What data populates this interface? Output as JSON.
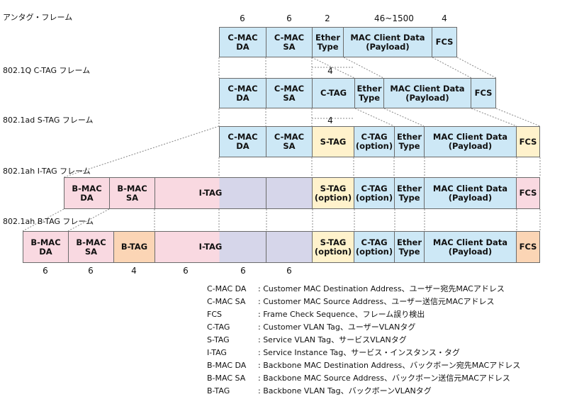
{
  "frames": [
    {
      "label": "アンタグ・フレーム",
      "cells": [
        {
          "text": "C-MAC\nDA",
          "color": "blue"
        },
        {
          "text": "C-MAC\nSA",
          "color": "blue"
        },
        {
          "text": "Ether\nType",
          "color": "blue"
        },
        {
          "text": "MAC Client Data\n(Payload)",
          "color": "blue"
        },
        {
          "text": "FCS",
          "color": "blue"
        }
      ],
      "sizes": [
        "6",
        "6",
        "2",
        "46~1500",
        "4"
      ]
    },
    {
      "label": "802.1Q C-TAG フレーム",
      "cells": [
        {
          "text": "C-MAC\nDA",
          "color": "blue"
        },
        {
          "text": "C-MAC\nSA",
          "color": "blue"
        },
        {
          "text": "C-TAG",
          "color": "blue"
        },
        {
          "text": "Ether\nType",
          "color": "blue"
        },
        {
          "text": "MAC Client Data\n(Payload)",
          "color": "blue"
        },
        {
          "text": "FCS",
          "color": "blue"
        }
      ],
      "sizes": [
        "4"
      ]
    },
    {
      "label": "802.1ad S-TAG フレーム",
      "cells": [
        {
          "text": "C-MAC\nDA",
          "color": "blue"
        },
        {
          "text": "C-MAC\nSA",
          "color": "blue"
        },
        {
          "text": "S-TAG",
          "color": "yellow"
        },
        {
          "text": "C-TAG\n(option)",
          "color": "blue"
        },
        {
          "text": "Ether\nType",
          "color": "blue"
        },
        {
          "text": "MAC Client Data\n(Payload)",
          "color": "blue"
        },
        {
          "text": "FCS",
          "color": "yellow"
        }
      ],
      "sizes": [
        "4"
      ]
    },
    {
      "label": "802.1ah I-TAG フレーム",
      "cells": [
        {
          "text": "B-MAC\nDA",
          "color": "pink"
        },
        {
          "text": "B-MAC\nSA",
          "color": "pink"
        },
        {
          "text": "I-TAG",
          "color": "pink-lavender"
        },
        {
          "text": "",
          "color": "lavender"
        },
        {
          "text": "S-TAG\n(option)",
          "color": "yellow"
        },
        {
          "text": "C-TAG\n(option)",
          "color": "blue"
        },
        {
          "text": "Ether\nType",
          "color": "blue"
        },
        {
          "text": "MAC Client Data\n(Payload)",
          "color": "blue"
        },
        {
          "text": "FCS",
          "color": "pink"
        }
      ]
    },
    {
      "label": "802.1ah B-TAG フレーム",
      "cells": [
        {
          "text": "B-MAC\nDA",
          "color": "pink"
        },
        {
          "text": "B-MAC\nSA",
          "color": "pink"
        },
        {
          "text": "B-TAG",
          "color": "orange"
        },
        {
          "text": "I-TAG",
          "color": "pink-lavender"
        },
        {
          "text": "",
          "color": "lavender"
        },
        {
          "text": "S-TAG\n(option)",
          "color": "yellow"
        },
        {
          "text": "C-TAG\n(option)",
          "color": "blue"
        },
        {
          "text": "Ether\nType",
          "color": "blue"
        },
        {
          "text": "MAC Client Data\n(Payload)",
          "color": "blue"
        },
        {
          "text": "FCS",
          "color": "orange"
        }
      ],
      "sizes": [
        "6",
        "6",
        "4",
        "6",
        "6",
        "6"
      ]
    }
  ],
  "colors": {
    "blue": "#cde8f6",
    "pink": "#f9d9e1",
    "lavender": "#d6d6ea",
    "yellow": "#fff2cc",
    "orange": "#fbd5b5",
    "border": "#6b6b6b",
    "connector": "#888888"
  },
  "legend": [
    {
      "term": "C-MAC DA",
      "definition": ": Customer MAC Destination Address、ユーザー宛先MACアドレス"
    },
    {
      "term": "C-MAC SA",
      "definition": ": Customer MAC Source Address、ユーザー送信元MACアドレス"
    },
    {
      "term": "FCS",
      "definition": ": Frame Check Sequence、フレーム誤り検出"
    },
    {
      "term": "C-TAG",
      "definition": ": Customer VLAN Tag、ユーザーVLANタグ"
    },
    {
      "term": "S-TAG",
      "definition": ": Service VLAN Tag、サービスVLANタグ"
    },
    {
      "term": "I-TAG",
      "definition": ": Service Instance Tag、サービス・インスタンス・タグ"
    },
    {
      "term": "B-MAC DA",
      "definition": ": Backbone MAC Destination Address、バックボーン宛先MACアドレス"
    },
    {
      "term": "B-MAC SA",
      "definition": ": Backbone MAC Source Address、バックボーン送信元MACアドレス"
    },
    {
      "term": "B-TAG",
      "definition": ": Backbone VLAN Tag、バックボーンVLANタグ"
    }
  ]
}
